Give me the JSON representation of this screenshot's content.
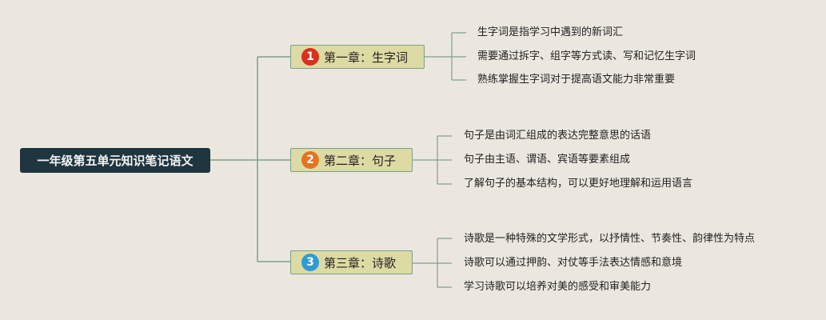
{
  "root": {
    "label": "一年级第五单元知识笔记语文"
  },
  "colors": {
    "background": "#ebe7df",
    "root_fill": "#1f3540",
    "chapter_fill": "#dcdba4",
    "chapter_border": "#7f9e8c",
    "connector": "#7f9e8c"
  },
  "chapters": [
    {
      "number": "1",
      "badge_color": "#d9311c",
      "label": "第一章：生字词",
      "notes": [
        "生字词是指学习中遇到的新词汇",
        "需要通过拆字、组字等方式读、写和记忆生字词",
        "熟练掌握生字词对于提高语文能力非常重要"
      ]
    },
    {
      "number": "2",
      "badge_color": "#e37522",
      "label": "第二章：句子",
      "notes": [
        "句子是由词汇组成的表达完整意思的话语",
        "句子由主语、谓语、宾语等要素组成",
        "了解句子的基本结构，可以更好地理解和运用语言"
      ]
    },
    {
      "number": "3",
      "badge_color": "#2f9ad4",
      "label": "第三章：诗歌",
      "notes": [
        "诗歌是一种特殊的文学形式，以抒情性、节奏性、韵律性为特点",
        "诗歌可以通过押韵、对仗等手法表达情感和意境",
        "学习诗歌可以培养对美的感受和审美能力"
      ]
    }
  ]
}
